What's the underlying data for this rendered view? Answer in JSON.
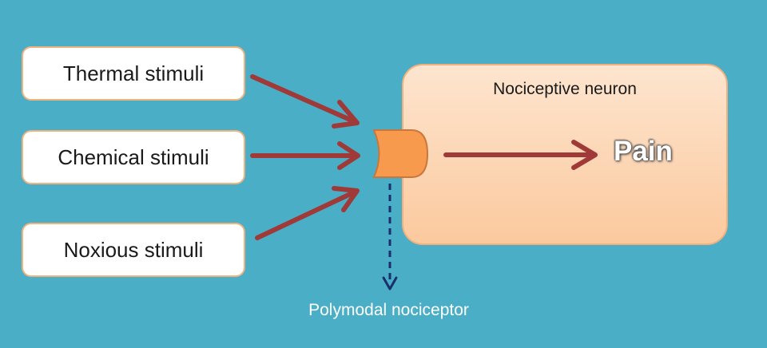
{
  "stimuli": {
    "thermal": "Thermal stimuli",
    "chemical": "Chemical stimuli",
    "noxious": "Noxious stimuli"
  },
  "neuron": {
    "label": "Nociceptive neuron",
    "output": "Pain"
  },
  "receptor": {
    "label": "Polymodal nociceptor"
  },
  "colors": {
    "background": "#4aaec6",
    "arrow": "#a03a38",
    "receptor_fill": "#f79a4e",
    "dashed_line": "#1a2f6b",
    "neuron_fill": "#fcd4b0"
  }
}
